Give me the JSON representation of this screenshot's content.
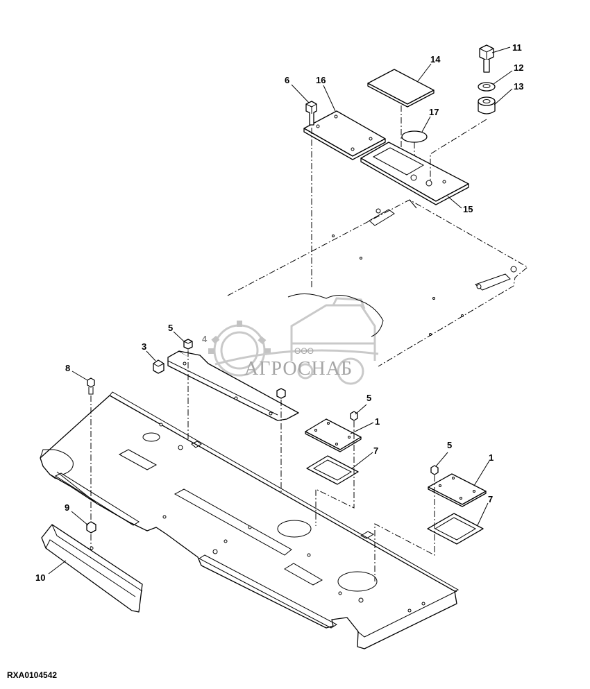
{
  "figure_id": "RXA0104542",
  "watermark": {
    "top_text": "ООО",
    "main_text": "АГРОСНАБ"
  },
  "callouts": {
    "c1a": "1",
    "c1b": "1",
    "c3": "3",
    "c4": "4",
    "c5a": "5",
    "c5b": "5",
    "c5c": "5",
    "c6": "6",
    "c7a": "7",
    "c7b": "7",
    "c8": "8",
    "c9": "9",
    "c10": "10",
    "c11": "11",
    "c12": "12",
    "c13": "13",
    "c14": "14",
    "c15": "15",
    "c16": "16",
    "c17": "17"
  }
}
